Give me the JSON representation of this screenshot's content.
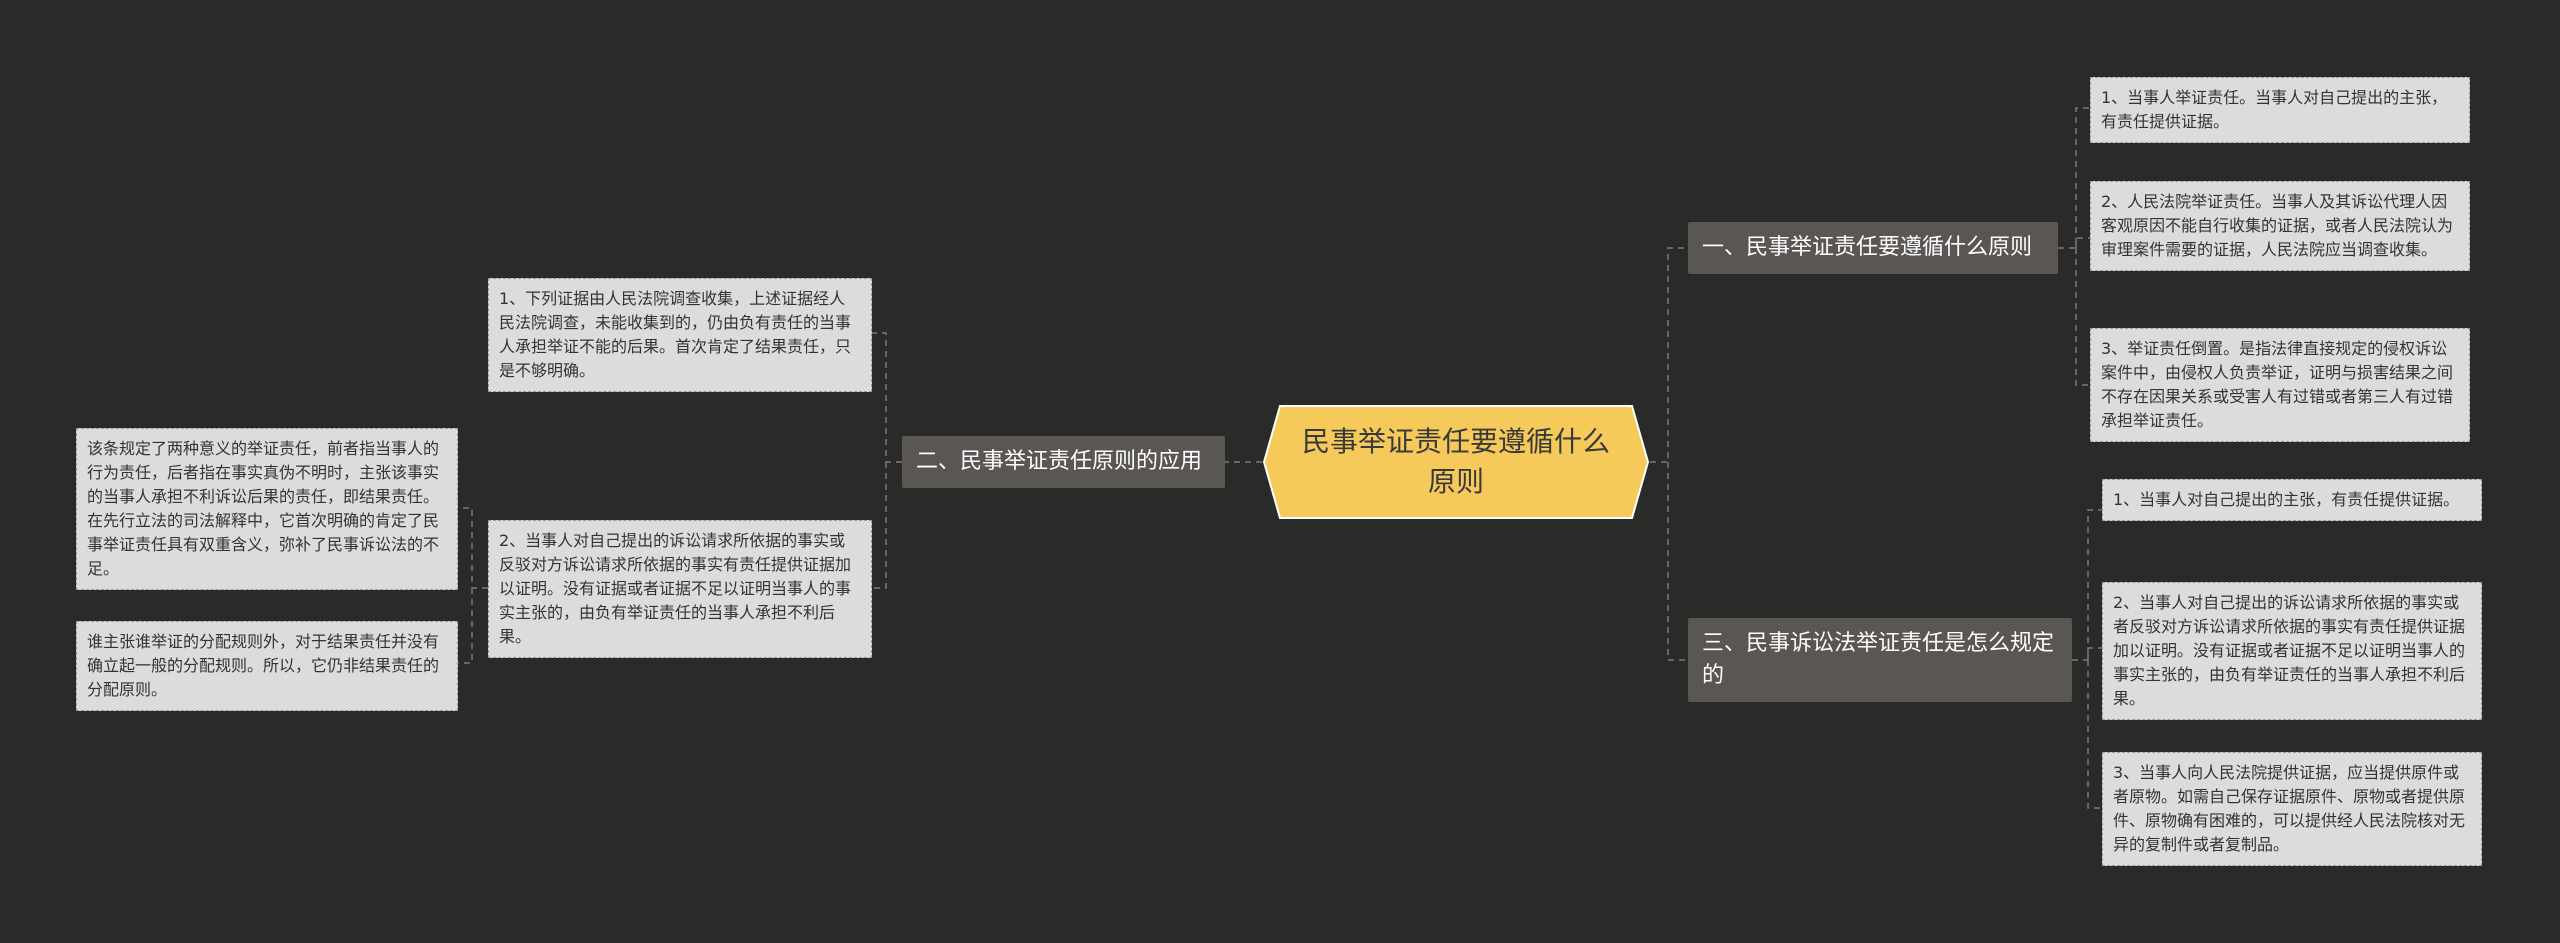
{
  "root": {
    "label": "民事举证责任要遵循什么原则"
  },
  "branches": {
    "b1": {
      "label": "一、民事举证责任要遵循什么原则"
    },
    "b2": {
      "label": "二、民事举证责任原则的应用"
    },
    "b3": {
      "label": "三、民事诉讼法举证责任是怎么规定的"
    }
  },
  "leaves": {
    "r1": "1、当事人举证责任。当事人对自己提出的主张，有责任提供证据。",
    "r2": "2、人民法院举证责任。当事人及其诉讼代理人因客观原因不能自行收集的证据，或者人民法院认为审理案件需要的证据，人民法院应当调查收集。",
    "r3": "3、举证责任倒置。是指法律直接规定的侵权诉讼案件中，由侵权人负责举证，证明与损害结果之间不存在因果关系或受害人有过错或者第三人有过错承担举证责任。",
    "r4": "1、当事人对自己提出的主张，有责任提供证据。",
    "r5": "2、当事人对自己提出的诉讼请求所依据的事实或者反驳对方诉讼请求所依据的事实有责任提供证据加以证明。没有证据或者证据不足以证明当事人的事实主张的，由负有举证责任的当事人承担不利后果。",
    "r6": "3、当事人向人民法院提供证据，应当提供原件或者原物。如需自己保存证据原件、原物或者提供原件、原物确有困难的，可以提供经人民法院核对无异的复制件或者复制品。",
    "l1": "1、下列证据由人民法院调查收集，上述证据经人民法院调查，未能收集到的，仍由负有责任的当事人承担举证不能的后果。首次肯定了结果责任，只是不够明确。",
    "l2": "2、当事人对自己提出的诉讼请求所依据的事实或反驳对方诉讼请求所依据的事实有责任提供证据加以证明。没有证据或者证据不足以证明当事人的事实主张的，由负有举证责任的当事人承担不利后果。",
    "l3": "该条规定了两种意义的举证责任，前者指当事人的行为责任，后者指在事实真伪不明时，主张该事实的当事人承担不利诉讼后果的责任，即结果责任。在先行立法的司法解释中，它首次明确的肯定了民事举证责任具有双重含义，弥补了民事诉讼法的不足。",
    "l4": "谁主张谁举证的分配规则外，对于结果责任并没有确立起一般的分配规则。所以，它仍非结果责任的分配原则。"
  },
  "colors": {
    "background": "#2a2a29",
    "root_fill": "#f5c95a",
    "root_border": "#ffffff",
    "branch_fill": "#5a5654",
    "leaf_fill": "#dcdcdc",
    "leaf_border": "#9a9a9a",
    "connector": "#7a7a7a"
  }
}
